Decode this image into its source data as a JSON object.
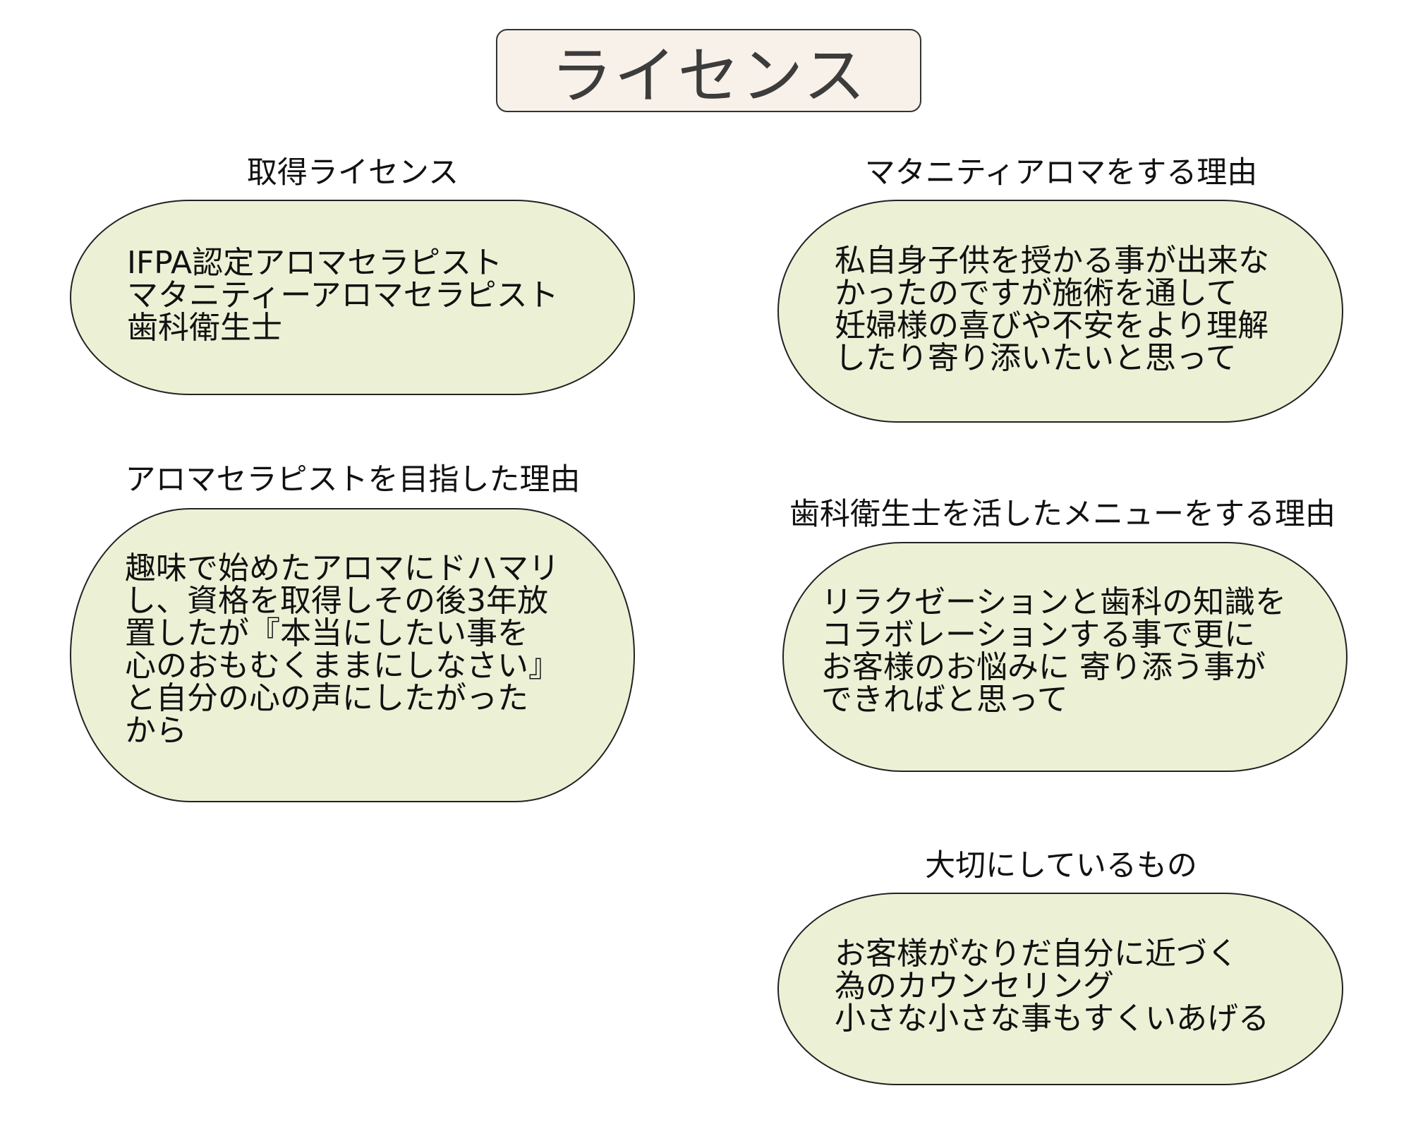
{
  "title": "ライセンス",
  "sections": [
    {
      "heading": "取得ライセンス",
      "lines": [
        "IFPA認定アロマセラピスト",
        "マタニティーアロマセラピスト",
        "歯科衛生士"
      ]
    },
    {
      "heading": "マタニティアロマをする理由",
      "lines": [
        "私自身子供を授かる事が出来な",
        "かったのですが施術を通して",
        "妊婦様の喜びや不安をより理解",
        "したり寄り添いたいと思って"
      ]
    },
    {
      "heading": "アロマセラピストを目指した理由",
      "lines": [
        "趣味で始めたアロマにドハマリ",
        "し、資格を取得しその後3年放",
        "置したが『本当にしたい事を",
        "心のおもむくままにしなさい』",
        "と自分の心の声にしたがった",
        "から"
      ]
    },
    {
      "heading": "歯科衛生士を活したメニューをする理由",
      "lines": [
        "リラクゼーションと歯科の知識を",
        "コラボレーションする事で更に",
        "お客様のお悩みに 寄り添う事が",
        "できればと思って"
      ]
    },
    {
      "heading": "大切にしているもの",
      "lines": [
        "お客様がなりだ自分に近づく",
        "為のカウンセリング",
        "小さな小さな事もすくいあげる"
      ]
    }
  ],
  "colors": {
    "title_fill": "#f8f1e9",
    "pill_fill": "#ecf1d6",
    "border": "#222222"
  }
}
